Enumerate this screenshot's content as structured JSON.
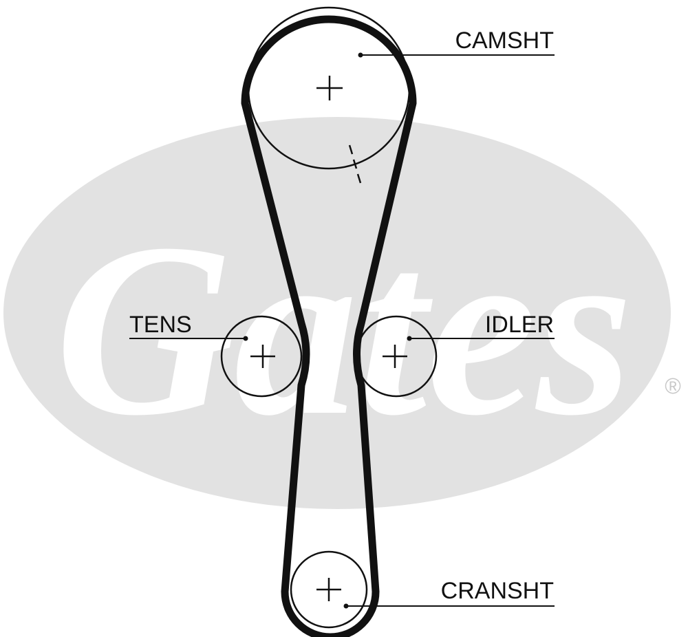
{
  "colors": {
    "belt": "#111111",
    "watermark_oval": "#e2e2e2",
    "watermark_text": "#ffffff",
    "registered_mark": "#c8c8c8",
    "leader_line": "#111111"
  },
  "watermark": {
    "brand_text": "Gates",
    "registered_symbol": "®"
  },
  "pulleys": {
    "camshaft": {
      "label": "CAMSHT",
      "icon": "camshaft-pulley-icon"
    },
    "tensioner": {
      "label": "TENS",
      "icon": "tensioner-pulley-icon"
    },
    "idler": {
      "label": "IDLER",
      "icon": "idler-pulley-icon"
    },
    "crankshaft": {
      "label": "CRANSHT",
      "icon": "crankshaft-pulley-icon"
    }
  }
}
